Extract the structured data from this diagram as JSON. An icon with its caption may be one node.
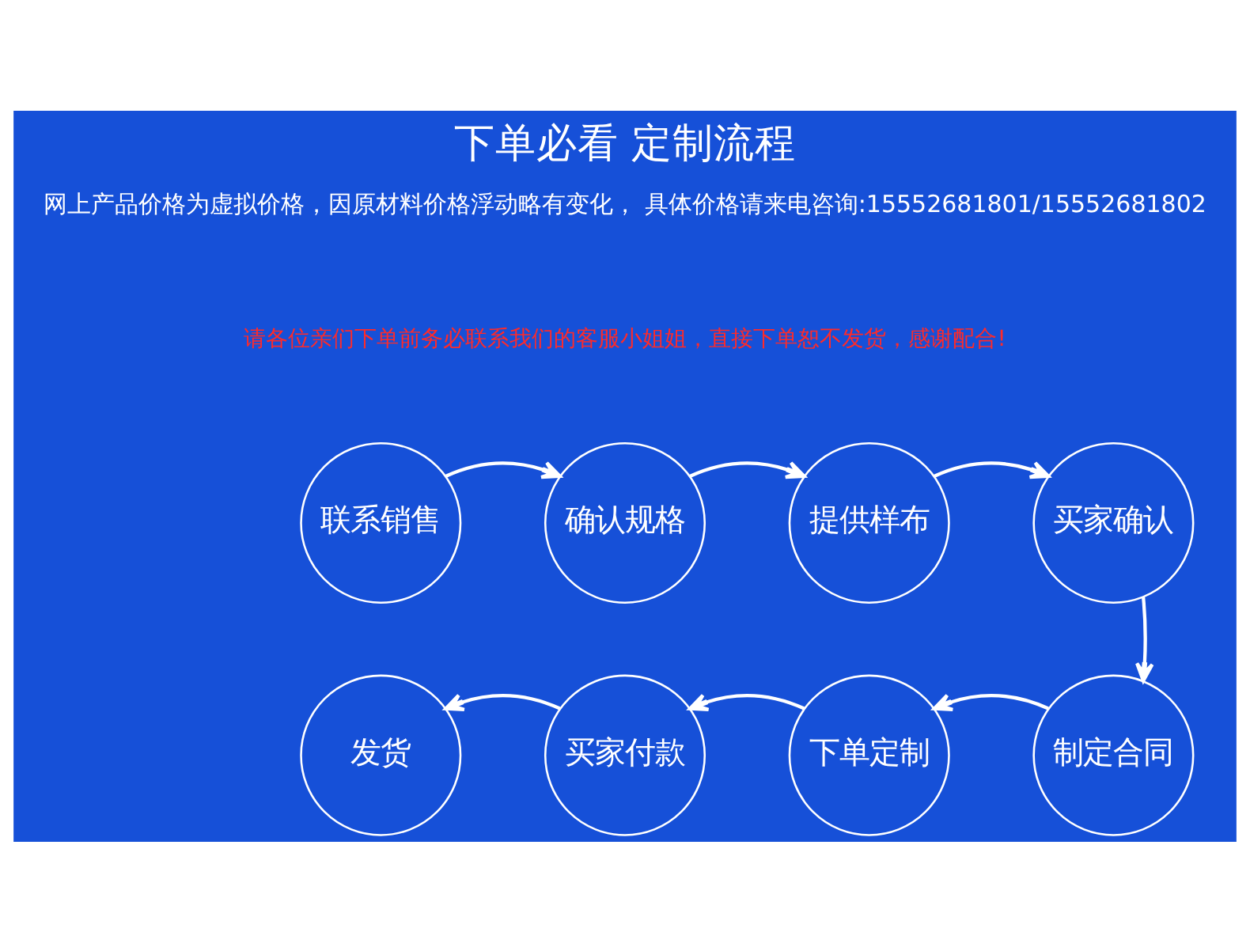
{
  "diagram": {
    "title": "下单必看 定制流程",
    "nodes": [
      {
        "text": [
          "联系销售"
        ]
      },
      {
        "text": [
          "确认规格"
        ]
      },
      {
        "text": [
          "提供样布"
        ]
      },
      {
        "text": [
          "买家确认"
        ]
      },
      {
        "text": [
          "发货"
        ]
      },
      {
        "text": [
          "买家付款"
        ]
      },
      {
        "text": [
          "下单定制"
        ]
      },
      {
        "text": [
          "制定合同"
        ]
      }
    ],
    "edges": [
      {
        "from": 0,
        "to": 1,
        "arrow": "to"
      },
      {
        "from": 1,
        "to": 2,
        "arrow": "to"
      },
      {
        "from": 2,
        "to": 3,
        "arrow": "to"
      },
      {
        "from": 3,
        "to": 7,
        "arrow": "to"
      },
      {
        "from": 7,
        "to": 6,
        "arrow": "to"
      },
      {
        "from": 6,
        "to": 5,
        "arrow": "to"
      },
      {
        "from": 5,
        "to": 4,
        "arrow": "to"
      }
    ],
    "labels": [
      "网上产品价格为虚拟价格，因原材料价格浮动略有变化， 具体价格请来电咨询:15552681801/15552681802",
      "请各位亲们下单前务必联系我们的客服小姐姐，直接下单恕不发货，感谢配合!"
    ]
  }
}
